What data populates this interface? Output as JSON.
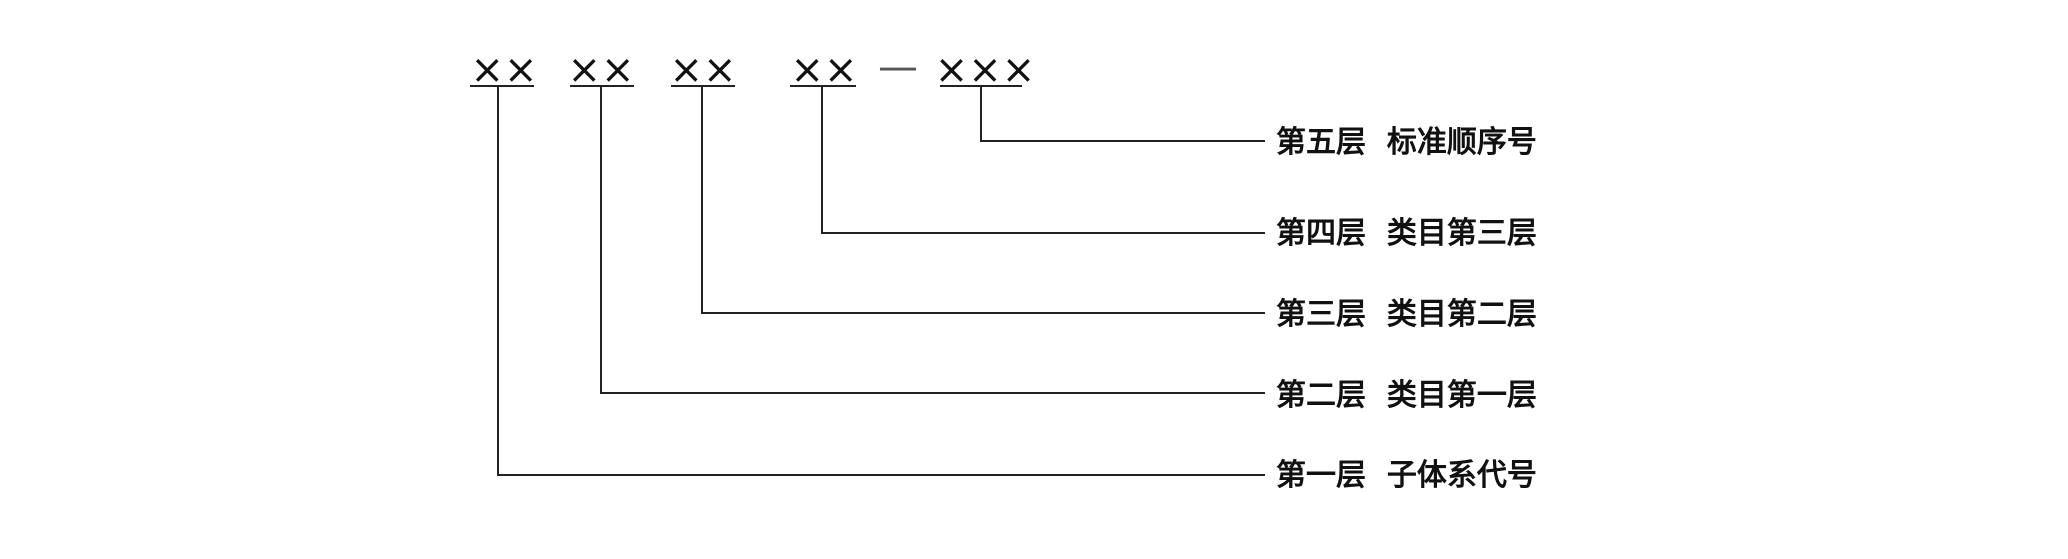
{
  "code": {
    "segments": [
      "××",
      "××",
      "××",
      "××",
      "×××"
    ],
    "separator": "—"
  },
  "levels": [
    {
      "label": "第五层  标准顺序号",
      "segment": 4
    },
    {
      "label": "第四层  类目第三层",
      "segment": 3
    },
    {
      "label": "第三层  类目第二层",
      "segment": 2
    },
    {
      "label": "第二层  类目第一层",
      "segment": 1
    },
    {
      "label": "第一层  子体系代号",
      "segment": 0
    }
  ],
  "colors": {
    "ink": "#222222",
    "background": "#ffffff"
  }
}
